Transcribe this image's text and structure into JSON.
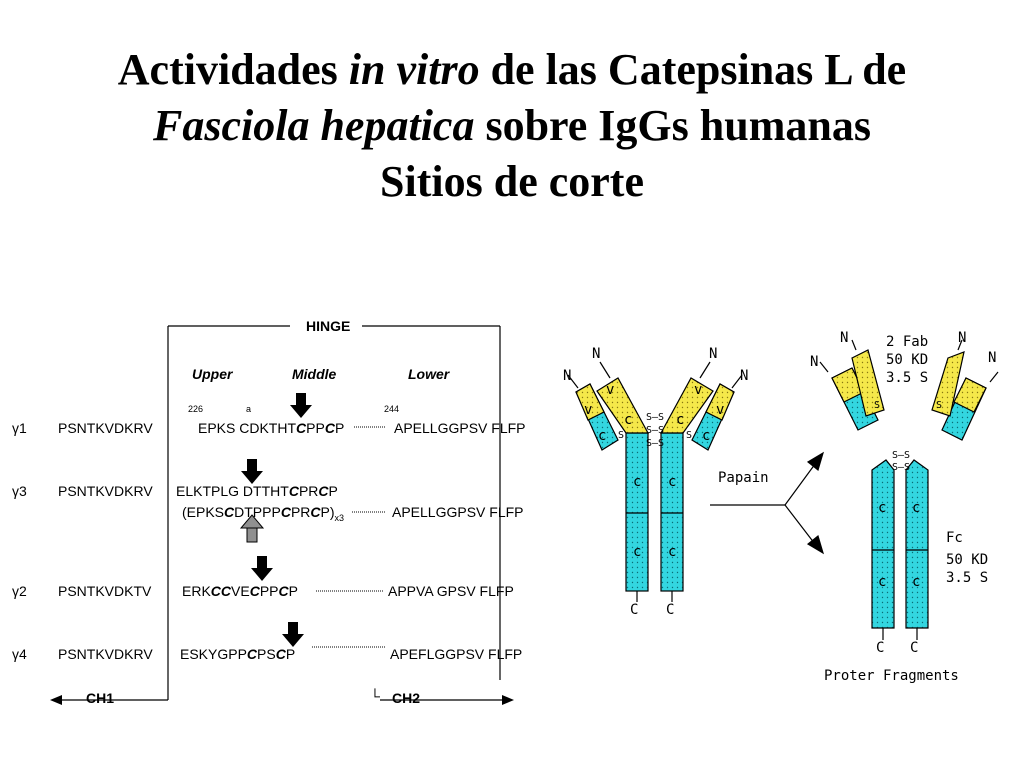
{
  "title": {
    "line1_pre": "Actividades ",
    "line1_italic": "in vitro",
    "line1_post": " de las Catepsinas L de",
    "line2_italic": "Fasciola hepatica",
    "line2_post": " sobre IgGs humanas",
    "line3": "Sitios de corte"
  },
  "hinge": {
    "label": "HINGE",
    "upper": "Upper",
    "middle": "Middle",
    "lower": "Lower",
    "pos_226": "226",
    "pos_a": "a",
    "pos_244": "244",
    "ch1": "CH1",
    "ch2": "CH2"
  },
  "rows": [
    {
      "gamma": "γ1",
      "ch1": "PSNTKVDKRV",
      "upper": "EPKS ",
      "middle_pre": "CDKTHT",
      "c1": "C",
      "mid2": "PP",
      "c2": "C",
      "tail": "P",
      "lower": "APELLGGPSV  FLFP"
    },
    {
      "gamma": "γ3",
      "ch1": "PSNTKVDKRV",
      "upper": "ELKTPLG ",
      "middle_pre": "DTTHT",
      "c1": "C",
      "mid2": "PR",
      "c2": "C",
      "tail": "P"
    },
    {
      "gamma": "",
      "paren_open": "(EPKS",
      "c0": "C",
      "mid0": "DTPPP",
      "c1": "C",
      "mid2": "PR",
      "c2": "C",
      "tail": "P)",
      "sup": "x3",
      "lower": "APELLGGPSV  FLFP"
    },
    {
      "gamma": "γ2",
      "ch1": "PSNTKVDKTV",
      "upper": "ERK",
      "c0": "CC",
      "mid0": "VE",
      "c1": "C",
      "mid2": "PP",
      "c2": "C",
      "tail": "P",
      "lower": "APPVA  GPSV  FLFP"
    },
    {
      "gamma": "γ4",
      "ch1": "PSNTKVDKRV",
      "upper": "ESKYGPP",
      "c1": "C",
      "mid2": "PS",
      "c2": "C",
      "tail": "P",
      "lower": "APEFLGGPSV  FLFP"
    }
  ],
  "antibody": {
    "N": "N",
    "C": "C",
    "v": "v",
    "c": "c",
    "ss": "S—S",
    "s": "S",
    "papain": "Papain",
    "fab_label": "2 Fab",
    "fab_kd": "50 KD",
    "fab_s": "3.5 S",
    "fc_label": "Fc",
    "fc_kd": "50 KD",
    "fc_s": "3.5 S",
    "fragments": "Proter Fragments"
  },
  "colors": {
    "cyan": "#33d6e0",
    "yellow": "#f5e84a",
    "arrow_black": "#000000",
    "arrow_gray": "#909090"
  }
}
